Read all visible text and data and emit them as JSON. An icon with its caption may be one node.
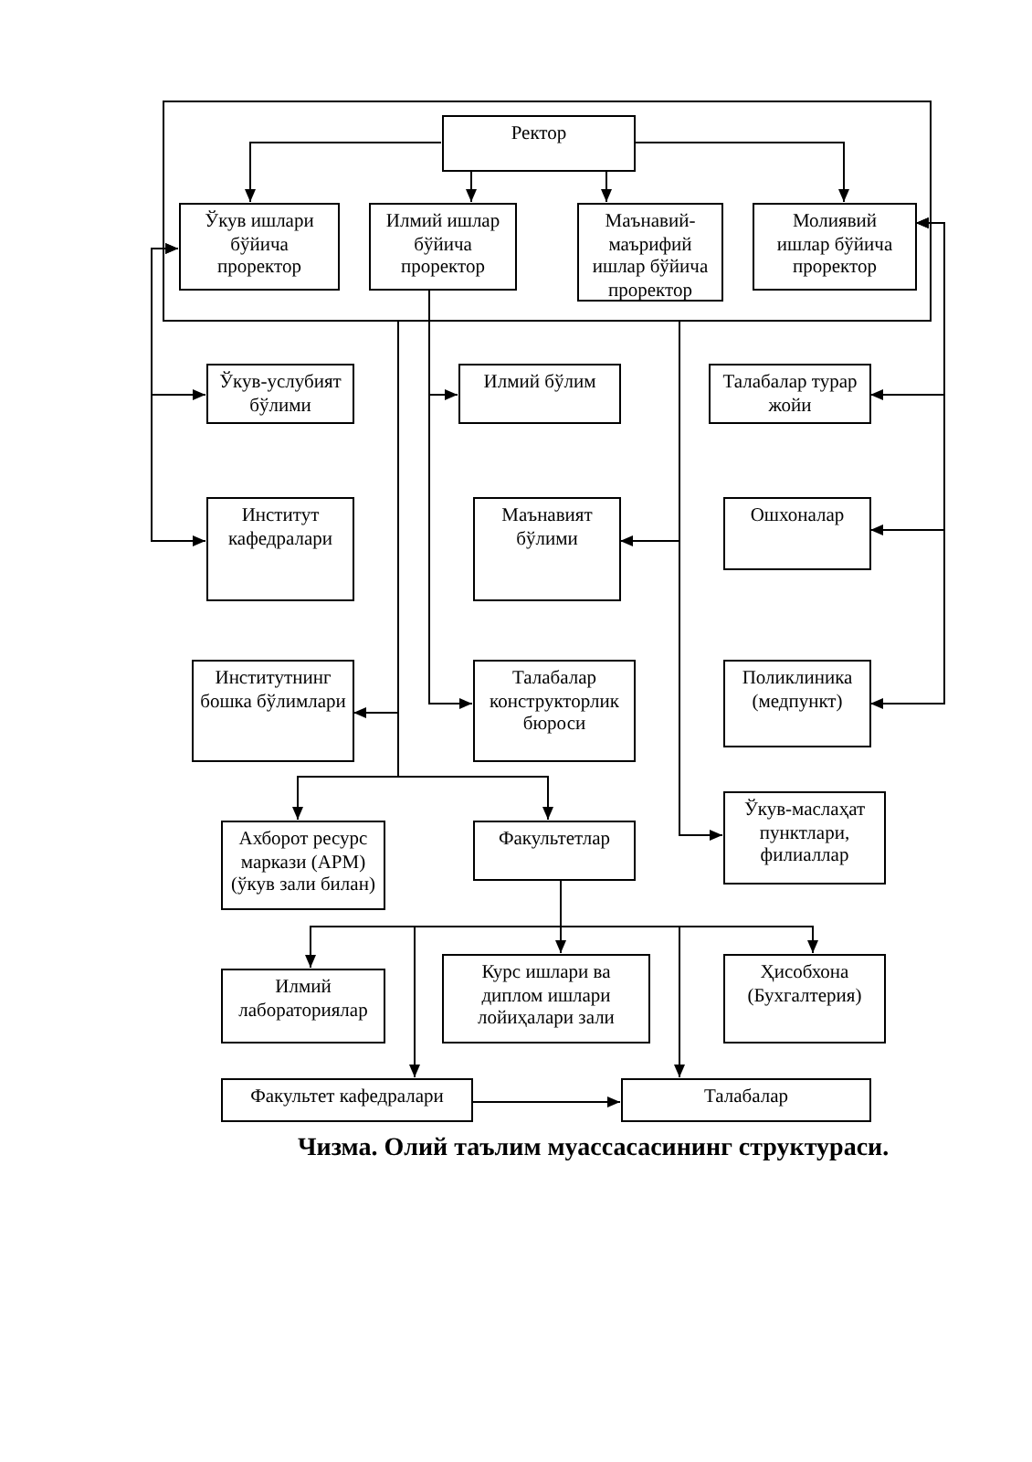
{
  "diagram": {
    "caption": "Чизма. Олий таълим муассасасининг структураси.",
    "nodes": [
      {
        "text": [],
        "shape": "box"
      },
      {
        "text": [
          "Ректор"
        ],
        "in": 0
      },
      {
        "text": [
          "Ўкув ишлари бўйича проректор"
        ],
        "in": 0
      },
      {
        "text": [
          "Илмий ишлар бўйича проректор"
        ],
        "in": 0
      },
      {
        "text": [
          "Маънавий-маърифий ишлар бўйича проректор"
        ],
        "in": 0
      },
      {
        "text": [
          "Молиявий ишлар бўйича проректор"
        ],
        "in": 0
      },
      {
        "text": [
          "Ўкув-услубият бўлими"
        ]
      },
      {
        "text": [
          "Илмий бўлим"
        ]
      },
      {
        "text": [
          "Талабалар турар жойи"
        ]
      },
      {
        "text": [
          "Институт кафедралари"
        ]
      },
      {
        "text": [
          "Маънавият бўлими"
        ]
      },
      {
        "text": [
          "Ошхоналар"
        ]
      },
      {
        "text": [
          "Институтнинг бошка бўлимлари"
        ]
      },
      {
        "text": [
          "Талабалар конструкторлик бюроси"
        ]
      },
      {
        "text": [
          "Поликлиника (медпункт)"
        ]
      },
      {
        "text": [
          "Ахборот ресурс маркази (АРМ) (ўкув зали билан)"
        ]
      },
      {
        "text": [
          "Факультетлар"
        ]
      },
      {
        "text": [
          "Ўкув-маслаҳат пунктлари, филиаллар"
        ]
      },
      {
        "text": [
          "Илмий лабораториялар"
        ]
      },
      {
        "text": [
          "Курс ишлари ва диплом ишлари лойиҳалари зали"
        ]
      },
      {
        "text": [
          "Ҳисобхона (Бухгалтерия)"
        ]
      },
      {
        "text": [
          "Факультет кафедралари"
        ]
      },
      {
        "text": [
          "Талабалар"
        ]
      }
    ],
    "edges": [
      {
        "from": 1,
        "to": 2,
        "arrow": "to"
      },
      {
        "from": 1,
        "to": 3,
        "arrow": "to"
      },
      {
        "from": 1,
        "to": 4,
        "arrow": "to"
      },
      {
        "from": 1,
        "to": 5,
        "arrow": "to"
      },
      {
        "from": 2,
        "to": 6,
        "arrow": "both"
      },
      {
        "from": 2,
        "to": 9,
        "arrow": "both"
      },
      {
        "from": 3,
        "to": 7,
        "arrow": "to"
      },
      {
        "from": 3,
        "to": 13,
        "arrow": "to"
      },
      {
        "from": 0,
        "to": 12,
        "arrow": "to"
      },
      {
        "from": 0,
        "to": 15,
        "arrow": "to"
      },
      {
        "from": 0,
        "to": 16,
        "arrow": "to"
      },
      {
        "from": 0,
        "to": 10,
        "arrow": "to"
      },
      {
        "from": 0,
        "to": 17,
        "arrow": "to"
      },
      {
        "from": 5,
        "to": 8,
        "arrow": "both"
      },
      {
        "from": 5,
        "to": 11,
        "arrow": "both"
      },
      {
        "from": 5,
        "to": 14,
        "arrow": "both"
      },
      {
        "from": 16,
        "to": 18,
        "arrow": "to"
      },
      {
        "from": 16,
        "to": 19,
        "arrow": "to"
      },
      {
        "from": 16,
        "to": 20,
        "arrow": "to"
      },
      {
        "from": 16,
        "to": 21,
        "arrow": "to"
      },
      {
        "from": 16,
        "to": 22,
        "arrow": "to"
      },
      {
        "from": 21,
        "to": 22,
        "arrow": "to"
      }
    ]
  }
}
